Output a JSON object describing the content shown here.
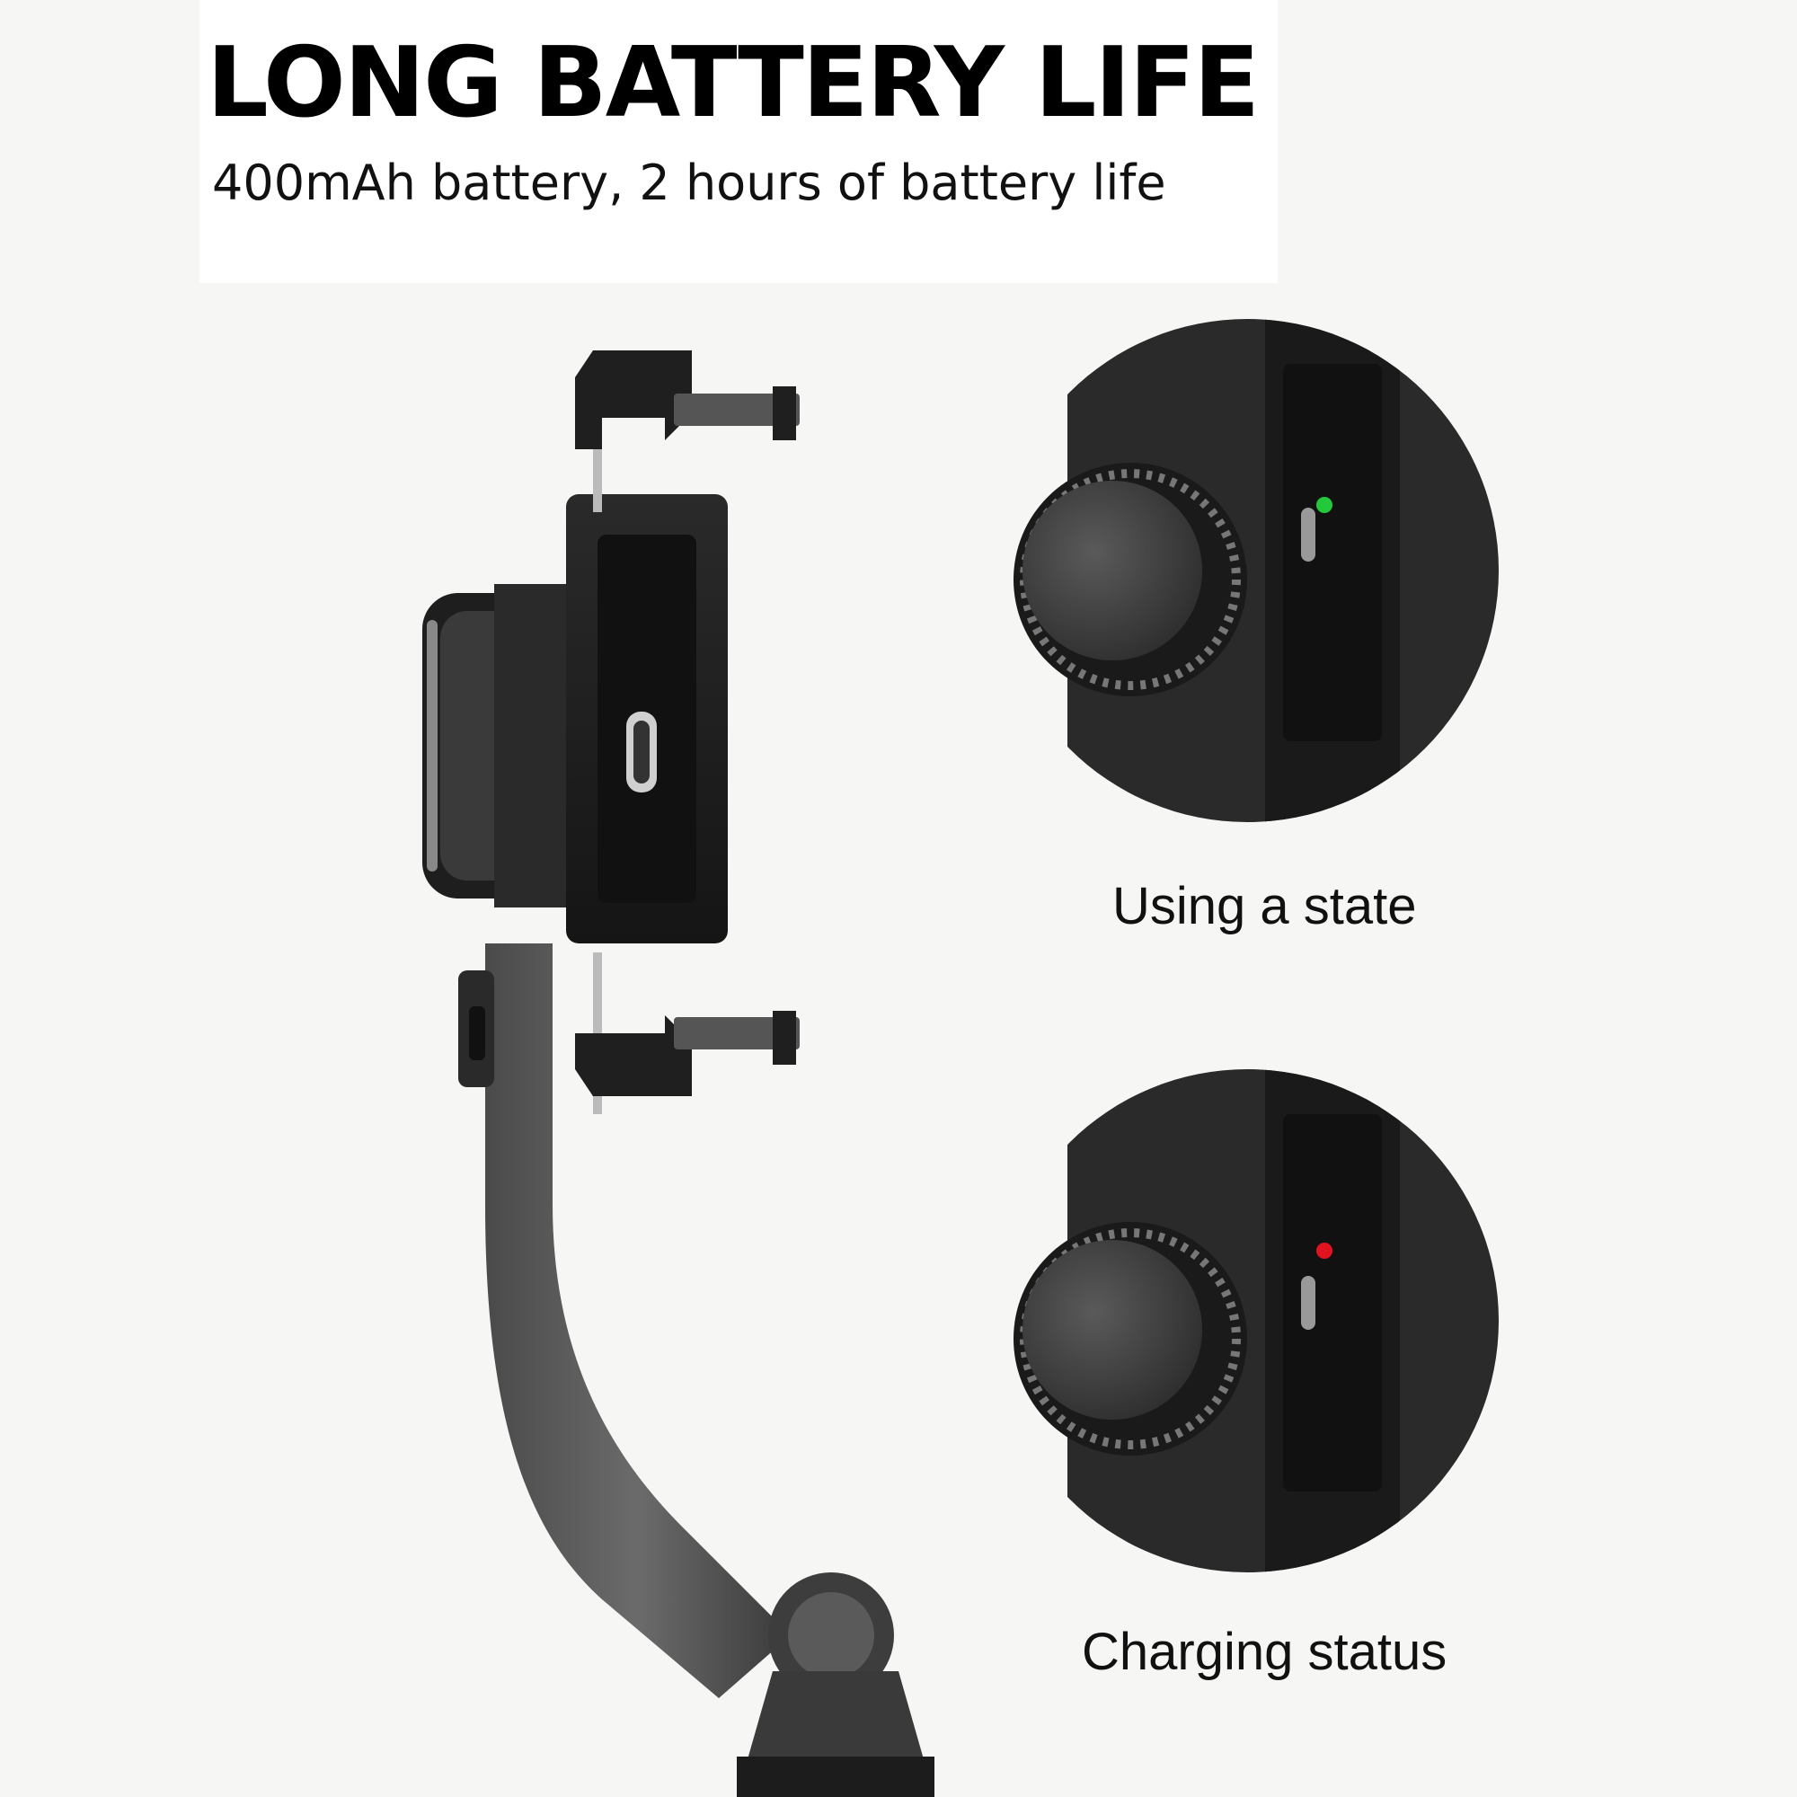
{
  "header": {
    "title": "LONG BATTERY LIFE",
    "subtitle": "400mAh battery, 2 hours of battery life"
  },
  "states": [
    {
      "label": "Using a state",
      "indicator_color": "#22c93a"
    },
    {
      "label": "Charging status",
      "indicator_color": "#e0141e"
    }
  ],
  "colors": {
    "background": "#f6f6f4",
    "device_body": "#3a3a3a",
    "device_dark": "#1c1c1c"
  },
  "icons": [
    "gimbal-device",
    "knob-closeup",
    "led-indicator",
    "usb-c-port"
  ]
}
